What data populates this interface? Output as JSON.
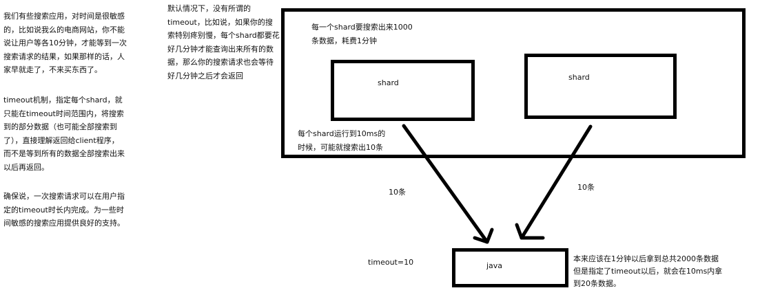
{
  "left_notes": {
    "para1": [
      "我们有些搜索应用，对时间是很敏感",
      "的，比如说我么的电商网站，你不能",
      "说让用户等各10分钟，才能等到一次",
      "搜索请求的结果，如果那样的话，人",
      "家早就走了，不来买东西了。"
    ],
    "para2": [
      "timeout机制，指定每个shard，就",
      "只能在timeout时间范围内，将搜索",
      "到的部分数据（也可能全部搜索到",
      "了），直接理解返回给client程序，",
      "而不是等到所有的数据全部搜索出来",
      "以后再返回。"
    ],
    "para3": [
      "确保说，一次搜索请求可以在用户指",
      "定的timeout时长内完成。为一些时",
      "间敏感的搜索应用提供良好的支持。"
    ]
  },
  "default_note": [
    "默认情况下，没有所谓的",
    "timeout，比如说，如果你的搜",
    "索特别疼别慢，每个shard都要花",
    "好几分钟才能查询出来所有的数",
    "据，那么你的搜索请求也会等待",
    "好几分钟之后才会返回"
  ],
  "diagram": {
    "cluster_note": [
      "每一个shard要搜索出来1000",
      "条数据，耗费1分钟"
    ],
    "shard_left_label": "shard",
    "shard_right_label": "shard",
    "timeout_note": [
      "每个shard运行到10ms的",
      "时候，可能就搜索出10条"
    ],
    "arrow_left_label": "10条",
    "arrow_right_label": "10条",
    "timeout_param": "timeout=10",
    "client_label": "java",
    "result_note": [
      "本来应该在1分钟以后拿到总共2000条数据",
      "但是指定了timeout以后，就会在10ms内拿",
      "到20条数据。"
    ],
    "stroke_color": "#000000"
  }
}
